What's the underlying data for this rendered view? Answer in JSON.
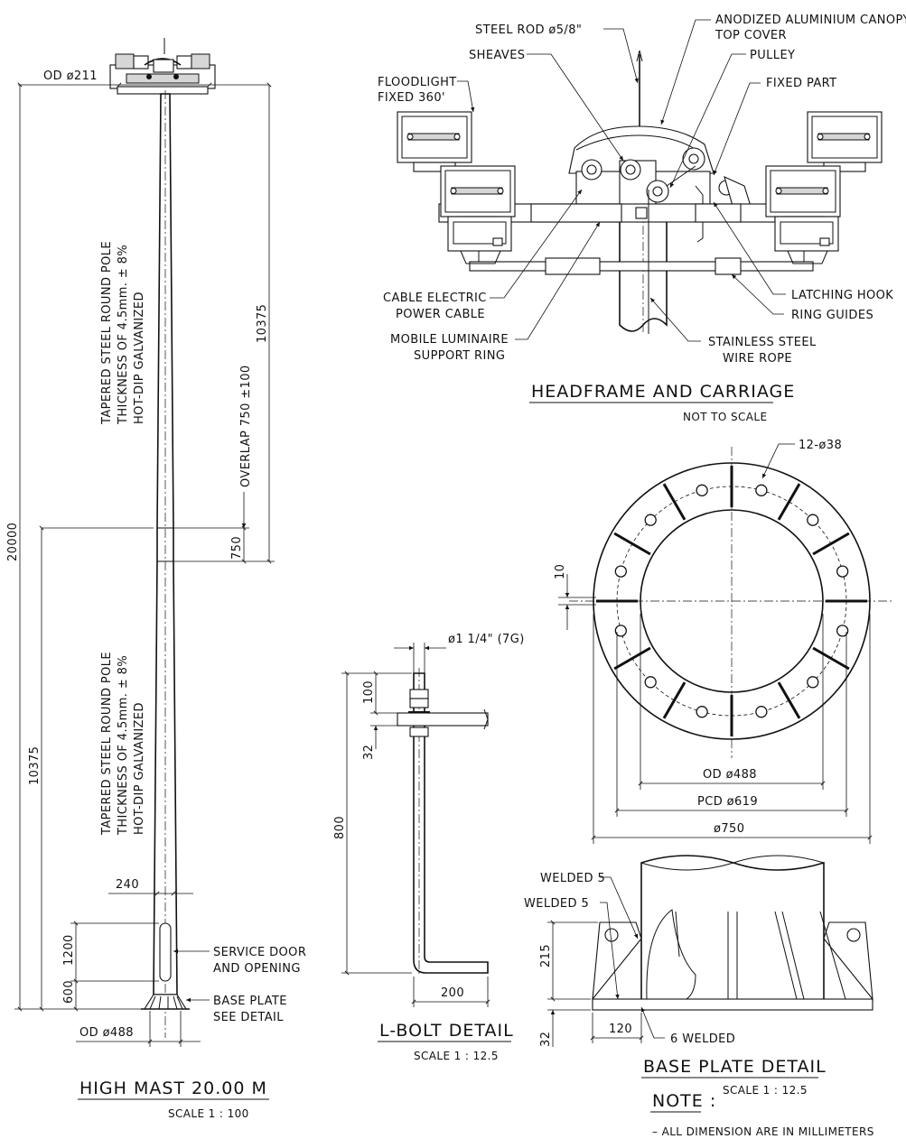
{
  "mast": {
    "od_top": "OD ø211",
    "dim_total": "20000",
    "dim_upper": "10375",
    "dim_lower": "10375",
    "overlap": "OVERLAP 750 ±100",
    "overlap_dim": "750",
    "pole_text_upper": [
      "TAPERED STEEL ROUND POLE",
      "THICKNESS OF 4.5mm. ± 8%",
      "HOT-DIP GALVANIZED"
    ],
    "pole_text_lower": [
      "TAPERED STEEL ROUND POLE",
      "THICKNESS OF 4.5mm. ± 8%",
      "HOT-DIP GALVANIZED"
    ],
    "dim_240": "240",
    "dim_1200": "1200",
    "dim_600": "600",
    "service_door": [
      "SERVICE DOOR",
      "AND OPENING"
    ],
    "base_plate": [
      "BASE PLATE",
      "SEE DETAIL"
    ],
    "od_bottom": "OD ø488",
    "title": "HIGH MAST 20.00 M",
    "scale": "SCALE 1 : 100"
  },
  "headframe": {
    "steel_rod": "STEEL ROD ø5/8\"",
    "canopy": [
      "ANODIZED ALUMINIUM CANOPY",
      "TOP COVER"
    ],
    "sheaves": "SHEAVES",
    "pulley": "PULLEY",
    "floodlight": [
      "FLOODLIGHT",
      "FIXED 360'"
    ],
    "fixed_part": "FIXED PART",
    "cable": [
      "CABLE ELECTRIC",
      "POWER CABLE"
    ],
    "latching_hook": "LATCHING HOOK",
    "ring_guides": "RING GUIDES",
    "support_ring": [
      "MOBILE LUMINAIRE",
      "SUPPORT RING"
    ],
    "wire_rope": [
      "STAINLESS STEEL",
      "WIRE ROPE"
    ],
    "title": "HEADFRAME AND CARRIAGE",
    "scale": "NOT TO SCALE"
  },
  "flange": {
    "holes": "12-ø38",
    "dim_10": "10",
    "od": "OD ø488",
    "pcd": "PCD ø619",
    "outer": "ø750"
  },
  "lbolt": {
    "dia": "ø1 1/4\" (7G)",
    "dim_100": "100",
    "dim_32": "32",
    "dim_800": "800",
    "dim_200": "200",
    "title": "L-BOLT DETAIL",
    "scale": "SCALE 1 : 12.5"
  },
  "baseplate": {
    "welded1": "WELDED 5",
    "welded2": "WELDED 5",
    "dim_215": "215",
    "dim_32": "32",
    "dim_120": "120",
    "welded6": "6 WELDED",
    "title": "BASE PLATE DETAIL",
    "scale": "SCALE 1 : 12.5"
  },
  "note": {
    "label": "NOTE :",
    "text": "– ALL DIMENSION ARE IN MILLIMETERS"
  }
}
